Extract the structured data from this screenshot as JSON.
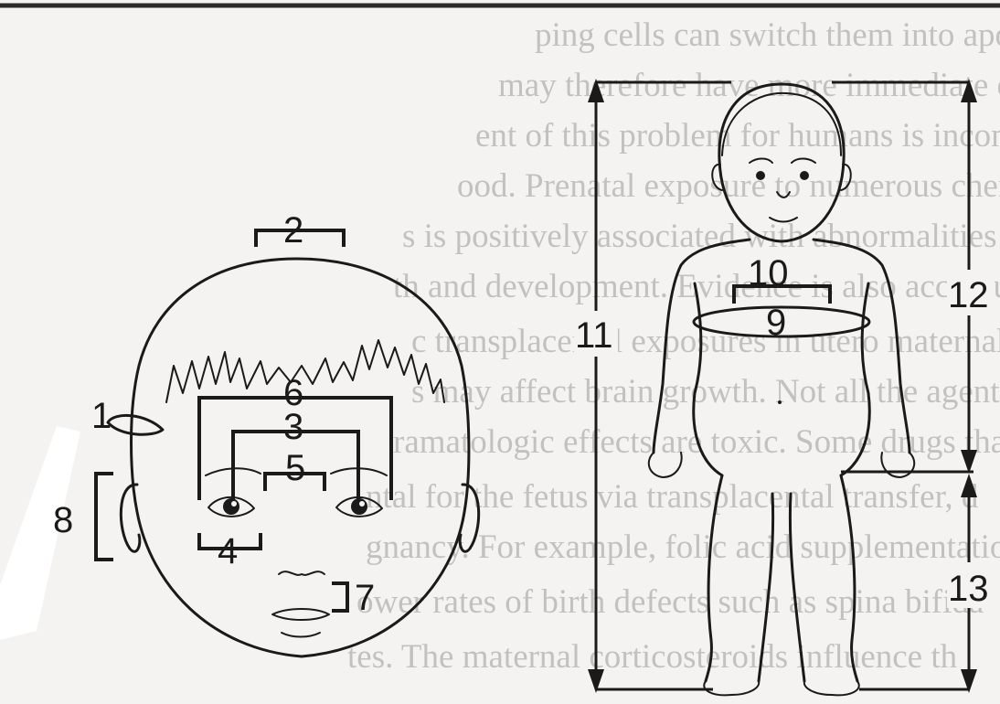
{
  "background_text": [
    "ping cells can switch them into apoptotic pathwa",
    "may therefore have more immediate effects. T",
    "ent of this problem for humans is incompletely u",
    "ood. Prenatal exposure to numerous chemothe",
    "s is positively associated with abnormalities of fe",
    "th and development. Evidence is also accumulati",
    "c transplacental exposures in utero maternal mu",
    "s may affect brain growth. Not all the agents",
    "ramatologic effects are toxic. Some drugs that",
    "ntal for the fetus via transplacental transfer, d",
    "gnancy. For example, folic acid supplementatio",
    "ower rates of birth defects such as spina bifida",
    "tes. The maternal corticosteroids influence th"
  ],
  "labels": {
    "l1": "1",
    "l2": "2",
    "l3": "3",
    "l4": "4",
    "l5": "5",
    "l6": "6",
    "l7": "7",
    "l8": "8",
    "l9": "9",
    "l10": "10",
    "l11": "11",
    "l12": "12",
    "l13": "13"
  }
}
